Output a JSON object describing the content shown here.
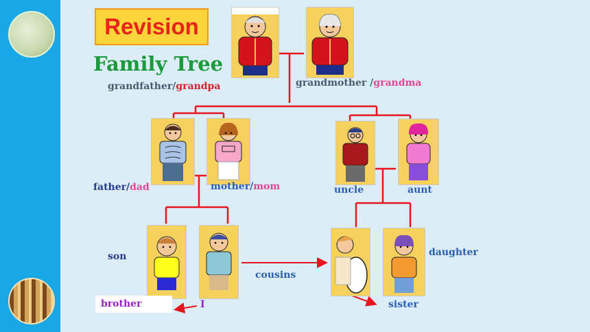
{
  "header": {
    "revision": "Revision",
    "title": "Family Tree"
  },
  "labels": {
    "grandfather": "grandfather/",
    "grandpa": "grandpa",
    "grandmother": "grandmother /",
    "grandma": "grandma",
    "father": "father/",
    "dad": "dad",
    "mother": "mother/",
    "mom": "mom",
    "uncle": "uncle",
    "aunt": "aunt",
    "son": "son",
    "brother": "brother",
    "me": "I",
    "cousins": "cousins",
    "daughter": "daughter",
    "sister": "sister"
  },
  "colors": {
    "sidebar": "#1aa7e6",
    "connector": "#e8141e",
    "title_green": "#1a9a3a",
    "revision_red": "#e8231a",
    "revision_yellow": "#fbd33a"
  }
}
